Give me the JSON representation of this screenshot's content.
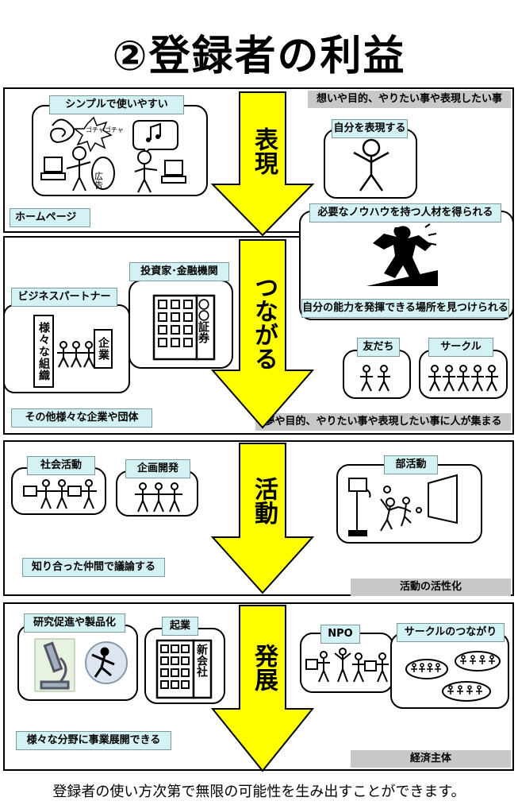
{
  "title": "②登録者の利益",
  "sections": {
    "s1": {
      "arrow_label": "表現",
      "simple_card": {
        "tag": "シンプルで使いやすい",
        "noise_text": "ゴチャゴチャ",
        "ad_text": "広告"
      },
      "left_bottom": "ホームページ",
      "right_top_gray": "想いや目的、やりたい事や表現したい事",
      "express_tag": "自分を表現する"
    },
    "talent_card": {
      "top_tag": "必要なノウハウを持つ人材を得られる",
      "bottom_tag": "自分の能力を発揮できる場所を見つけられる"
    },
    "s2": {
      "arrow_label": "つながる",
      "business_tag": "ビジネスパートナー",
      "org_label": "様々な組織",
      "company_label": "企業",
      "investor_tag": "投資家･金融機関",
      "securities_label": "〇〇証券",
      "friends_tag": "友だち",
      "circle_tag": "サークル",
      "left_bottom": "その他様々な企業や団体",
      "right_bottom_gray": "夢や目的、やりたい事や表現したい事に人が集まる"
    },
    "s3": {
      "arrow_label": "活動",
      "social_tag": "社会活動",
      "planning_tag": "企画開発",
      "club_tag": "部活動",
      "left_bottom": "知り合った仲間で議論する",
      "right_bottom_gray": "活動の活性化"
    },
    "s4": {
      "arrow_label": "発展",
      "research_tag": "研究促進や製品化",
      "startup_tag": "起業",
      "new_company_label": "新会社",
      "npo_tag": "NPO",
      "circle_link_tag": "サークルのつながり",
      "left_bottom": "様々な分野に事業展開できる",
      "right_bottom_gray": "経済主体"
    }
  },
  "footer": "登録者の使い方次第で無限の可能性を生み出すことができます。",
  "colors": {
    "arrow": "#ffff00",
    "tag_bg": "#d4f2f4",
    "gray_bg": "#c8c8c8"
  }
}
